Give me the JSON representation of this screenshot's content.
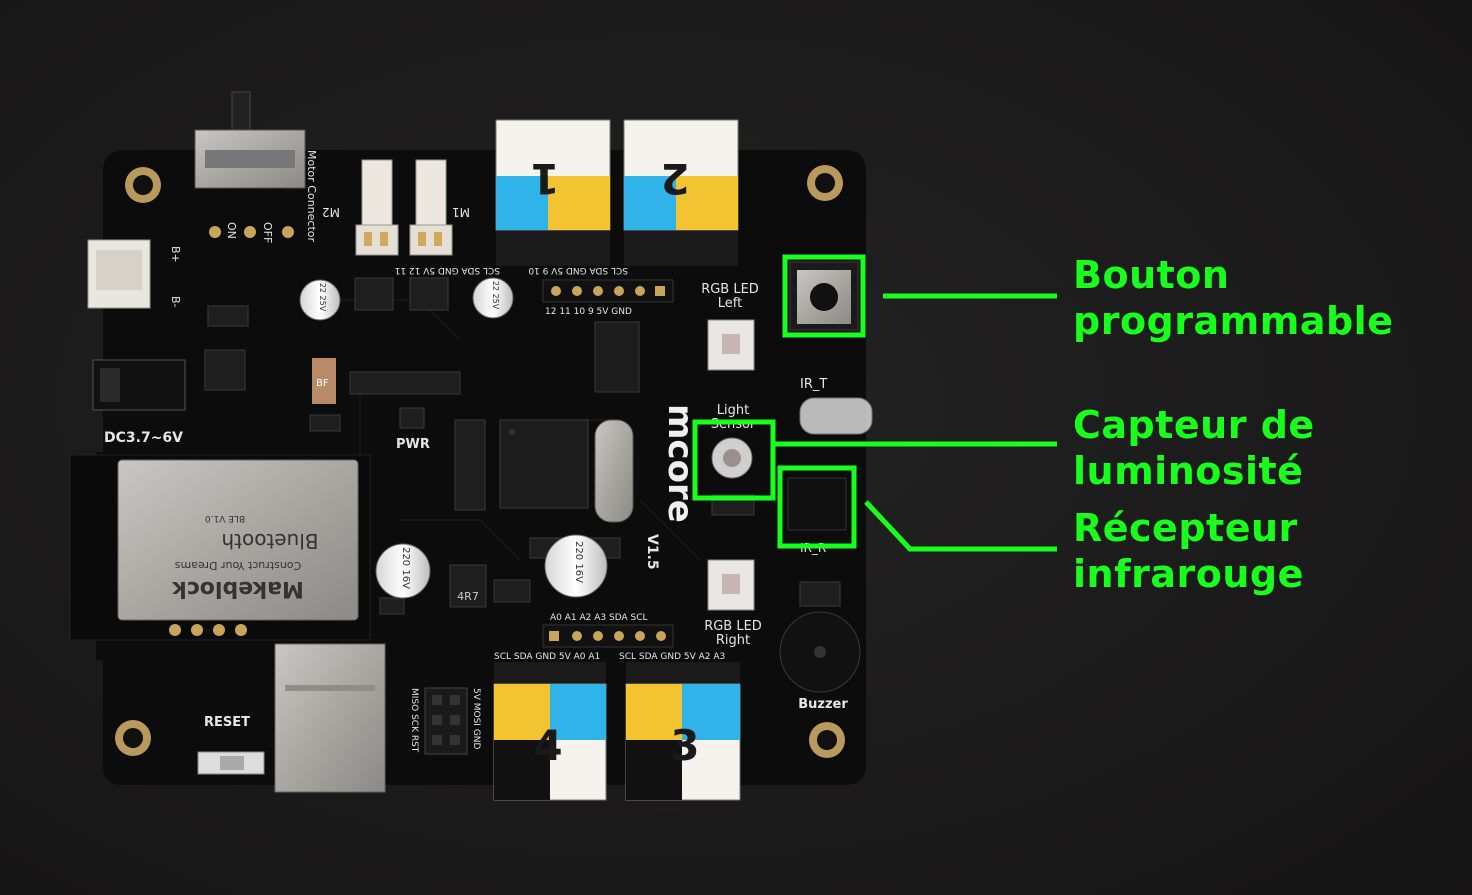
{
  "board": {
    "silkscreen": {
      "motor_connector": "Motor Connector",
      "m2": "M2",
      "m1": "M1",
      "on": "ON",
      "off": "OFF",
      "bplus": "B+",
      "bminus": "B-",
      "dc": "DC3.7~6V",
      "pwr": "PWR",
      "bf": "BF",
      "rgb_left_1": "RGB LED",
      "rgb_left_2": "Left",
      "ir_t": "IR_T",
      "ir_r": "IR_R",
      "light_sensor_1": "Light",
      "light_sensor_2": "Sensor",
      "brand": "mcore",
      "version": "V1.5",
      "rgb_right_1": "RGB LED",
      "rgb_right_2": "Right",
      "buzzer": "Buzzer",
      "reset": "RESET",
      "analog_header": "A0 A1 A2 A3 SDA SCL",
      "digital_header": "12 11 10 9 5V GND",
      "port1_pins": "SCL SDA GND 5V 12 11",
      "port2_pins": "SCL SDA GND 5V 9 10",
      "port4_pins": "SCL SDA GND 5V A0 A1",
      "port3_pins": "SCL SDA GND 5V A2 A3",
      "isp_left": "MISO SCK RST",
      "isp_right": "5V MOSI GND",
      "cap1": "220 16V",
      "cap2": "220 16V",
      "cap3": "22 25V",
      "cap4": "22 25V",
      "inductor": "4R7",
      "bt_brand": "Makeblock",
      "bt_tagline": "Construct Your Dreams",
      "bt_word": "Bluetooth",
      "bt_ver": "BLE V1.0"
    },
    "ports": [
      {
        "label": "1"
      },
      {
        "label": "2"
      },
      {
        "label": "4"
      },
      {
        "label": "3"
      }
    ]
  },
  "callouts": {
    "button": [
      "Bouton",
      "programmable"
    ],
    "light": [
      "Capteur de",
      "luminosité"
    ],
    "ir": [
      "Récepteur",
      "infrarouge"
    ]
  },
  "colors": {
    "highlight": "#19ff1c",
    "pcb": "#0c0c0c",
    "port_blue": "#2fb3e8",
    "port_yellow": "#f2c431",
    "background": "#1b1a1a"
  }
}
